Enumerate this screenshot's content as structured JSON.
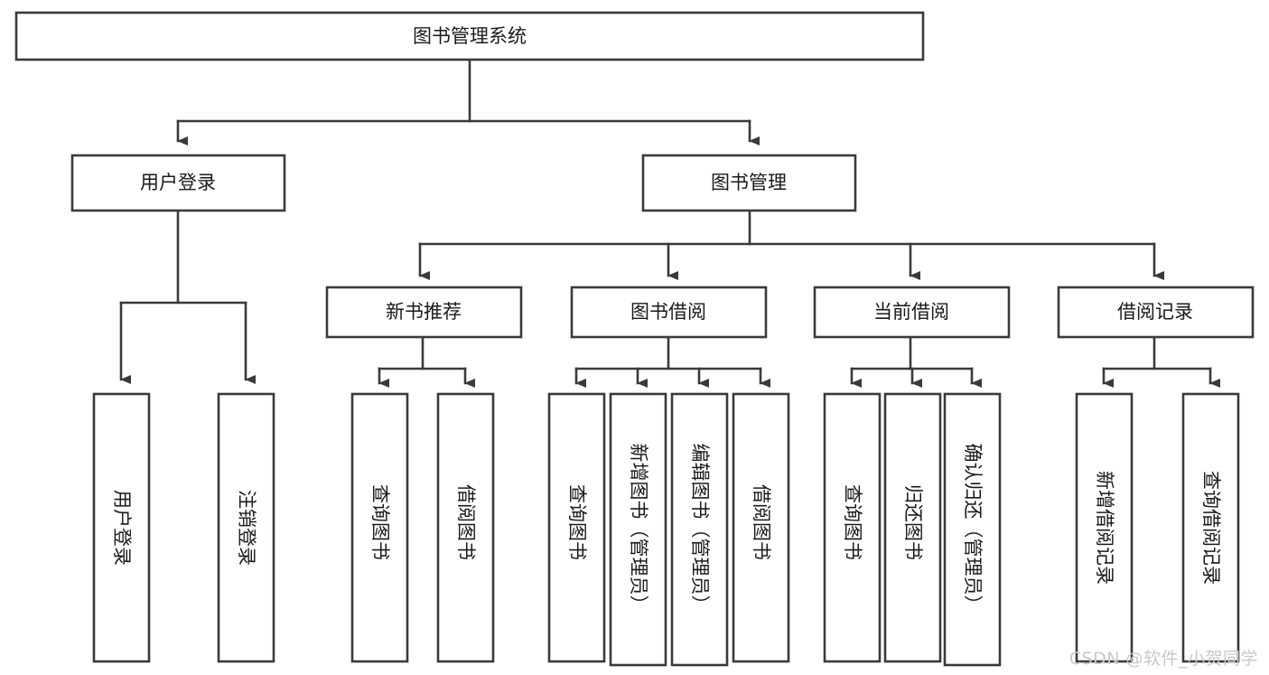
{
  "diagram": {
    "type": "tree",
    "title": "图书管理系统",
    "watermark": "CSDN @软件_小贺同学",
    "colors": {
      "stroke": "#3a3a3a",
      "fill": "#ffffff",
      "text": "#1a1a1a",
      "watermark": "#c9c9c9",
      "background": "#ffffff"
    },
    "nodes": {
      "root": "图书管理系统",
      "level2": [
        "用户登录",
        "图书管理"
      ],
      "level3": [
        "新书推荐",
        "图书借阅",
        "当前借阅",
        "借阅记录"
      ],
      "leaves_user_login": [
        "用户登录",
        "注销登录"
      ],
      "leaves_new_book": [
        "查询图书",
        "借阅图书"
      ],
      "leaves_borrow": [
        "查询图书",
        "新增图书（管理员）",
        "编辑图书（管理员）",
        "借阅图书"
      ],
      "leaves_current": [
        "查询图书",
        "归还图书",
        "确认归还（管理员）"
      ],
      "leaves_record": [
        "新增借阅记录",
        "查询借阅记录"
      ]
    }
  }
}
